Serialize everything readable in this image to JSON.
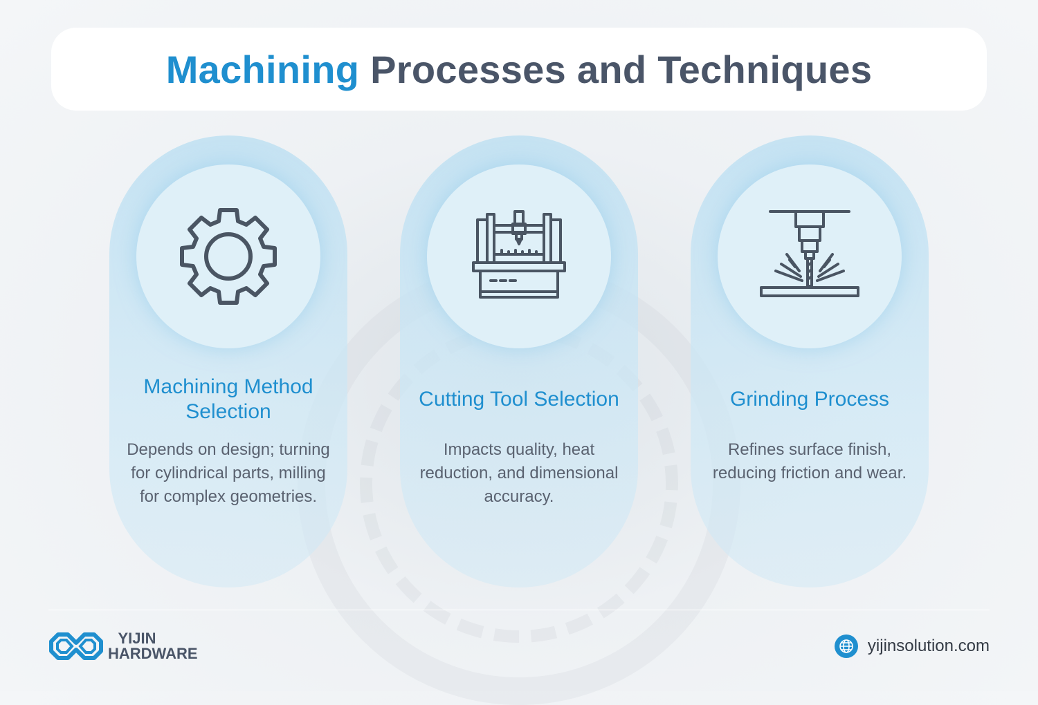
{
  "header": {
    "title_highlight": "Machining",
    "title_rest": "Processes and Techniques"
  },
  "cards": [
    {
      "icon": "gear-icon",
      "heading": "Machining Method Selection",
      "description": "Depends on design; turning for cylindrical parts, milling for complex geometries."
    },
    {
      "icon": "cnc-machine-icon",
      "heading": "Cutting Tool Selection",
      "description": "Impacts quality, heat reduction, and dimensional accuracy."
    },
    {
      "icon": "grinding-spindle-icon",
      "heading": "Grinding Process",
      "description": "Refines surface finish, reducing friction and wear."
    }
  ],
  "footer": {
    "logo_line1": "YIJIN",
    "logo_line2": "HARDWARE",
    "website": "yijinsolution.com",
    "website_icon": "globe-icon"
  },
  "colors": {
    "accent": "#1f8fcf",
    "heading_dark": "#4a5568",
    "icon_stroke": "#4a5563"
  }
}
